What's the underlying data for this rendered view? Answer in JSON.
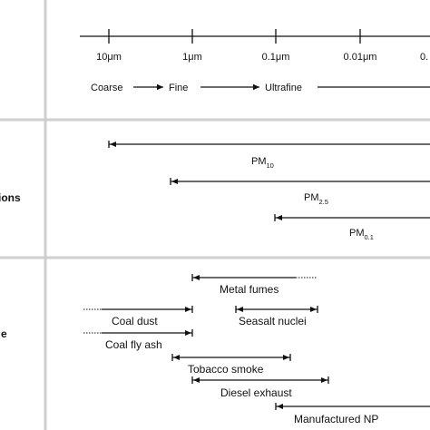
{
  "row_labels": [
    "ions",
    "e"
  ],
  "scale": {
    "ticks": [
      "10",
      "1",
      "0.1",
      "0.01",
      "0."
    ],
    "unit": "μm"
  },
  "modes": [
    "Coarse",
    "Fine",
    "Ultrafine"
  ],
  "pm": {
    "pm10": {
      "base": "PM",
      "sub": "10"
    },
    "pm25": {
      "base": "PM",
      "sub": "2.5"
    },
    "pm01": {
      "base": "PM",
      "sub": "0.1"
    }
  },
  "sources": [
    {
      "label": "Metal fumes"
    },
    {
      "label": "Coal dust"
    },
    {
      "label": "Seasalt nuclei"
    },
    {
      "label": "Coal fly ash"
    },
    {
      "label": "Tobacco smoke"
    },
    {
      "label": "Diesel exhaust"
    },
    {
      "label": "Manufactured NP"
    }
  ]
}
